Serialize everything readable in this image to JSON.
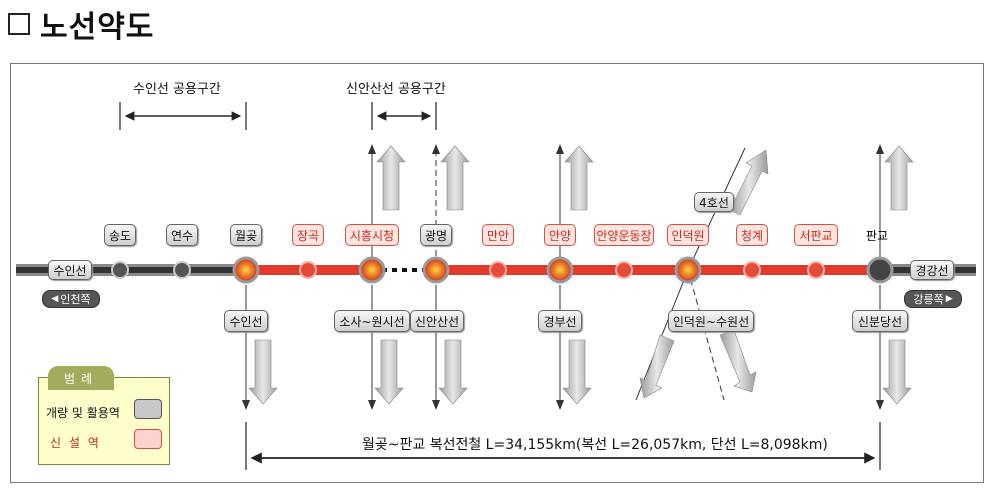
{
  "title": "노선약도",
  "spans": {
    "suin_shared": "수인선 공용구간",
    "sinansan_shared": "신안산선 공용구간"
  },
  "main_line": {
    "left_label": "수인선",
    "left_direction": "인천쪽",
    "right_label": "경강선",
    "right_direction": "강릉쪽"
  },
  "stations_top": [
    {
      "name": "송도",
      "type": "existing"
    },
    {
      "name": "연수",
      "type": "existing"
    },
    {
      "name": "월곶",
      "type": "existing"
    },
    {
      "name": "장곡",
      "type": "new"
    },
    {
      "name": "시흥시청",
      "type": "new"
    },
    {
      "name": "광명",
      "type": "existing"
    },
    {
      "name": "만안",
      "type": "new"
    },
    {
      "name": "안양",
      "type": "new"
    },
    {
      "name": "안양운동장",
      "type": "new"
    },
    {
      "name": "인덕원",
      "type": "new"
    },
    {
      "name": "청계",
      "type": "new"
    },
    {
      "name": "서판교",
      "type": "new"
    },
    {
      "name": "판교",
      "type": "plain"
    }
  ],
  "branch_top": {
    "line4": "4호선"
  },
  "connections_bottom": [
    {
      "name": "수인선"
    },
    {
      "name": "소사~원시선"
    },
    {
      "name": "신안산선"
    },
    {
      "name": "경부선"
    },
    {
      "name": "인덕원~수원선"
    },
    {
      "name": "신분당선"
    }
  ],
  "total_length": "월곶~판교 복선전철 L=34,155km(복선 L=26,057km, 단선 L=8,098km)",
  "legend": {
    "title": "범례",
    "existing_label": "개량 및 활용역",
    "new_label": "신 설 역",
    "existing_color": "#c8c8c8",
    "new_color": "#fbd3cf"
  },
  "colors": {
    "new_line": "#e23a2a",
    "existing_line": "#333333",
    "station_new_label": "#d2281b"
  }
}
